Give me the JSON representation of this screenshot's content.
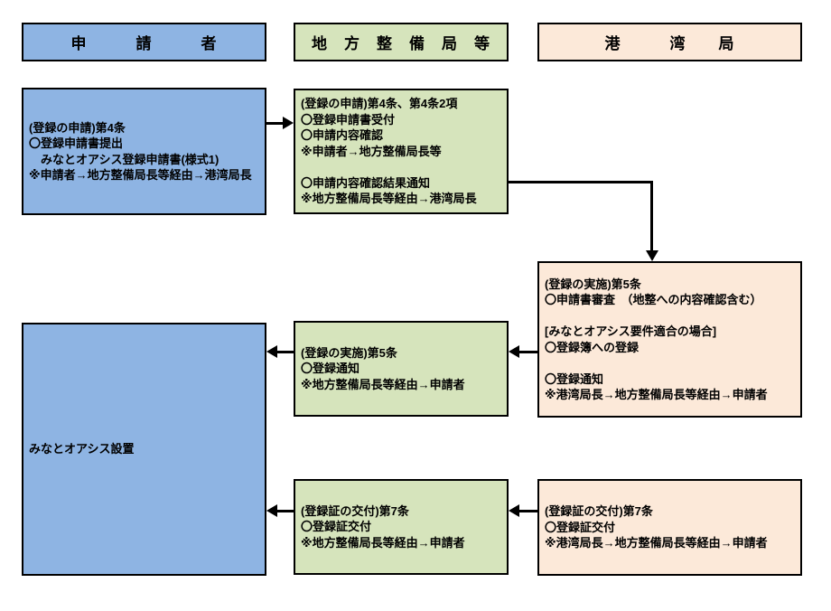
{
  "colors": {
    "applicant_fill": "#8EB4E3",
    "bureau_fill": "#D6E4BC",
    "ports_fill": "#FCE9D9",
    "border": "#000000"
  },
  "headers": {
    "applicant": "申　　　請　　　者",
    "bureau": "地　方　整　備　局　等",
    "ports": "港　　　湾　　局"
  },
  "boxes": {
    "applicant_request": {
      "lines": [
        "(登録の申請)第4条",
        "〇登録申請書提出",
        "　みなとオアシス登録申請書(様式1)",
        "※申請者→地方整備局長等経由→港湾局長"
      ]
    },
    "bureau_receipt": {
      "lines": [
        "(登録の申請)第4条、第4条2項",
        "〇登録申請書受付",
        "〇申請内容確認",
        "※申請者→地方整備局長等",
        "",
        "〇申請内容確認結果通知",
        "※地方整備局長等経由→港湾局長"
      ]
    },
    "ports_implementation": {
      "lines": [
        "(登録の実施)第5条",
        "〇申請書審査　（地整への内容確認含む）",
        "",
        "[みなとオアシス要件適合の場合]",
        "〇登録簿への登録",
        "",
        "〇登録通知",
        "※港湾局長→地方整備局長等経由→申請者"
      ]
    },
    "bureau_notice": {
      "lines": [
        "(登録の実施)第5条",
        "〇登録通知",
        "※地方整備局長等経由→申請者"
      ]
    },
    "applicant_setup": {
      "label": "みなとオアシス設置"
    },
    "bureau_certificate": {
      "lines": [
        "(登録証の交付)第7条",
        "〇登録証交付",
        "※地方整備局長等経由→申請者"
      ]
    },
    "ports_certificate": {
      "lines": [
        "(登録証の交付)第7条",
        "〇登録証交付",
        "※港湾局長→地方整備局長等経由→申請者"
      ]
    }
  }
}
